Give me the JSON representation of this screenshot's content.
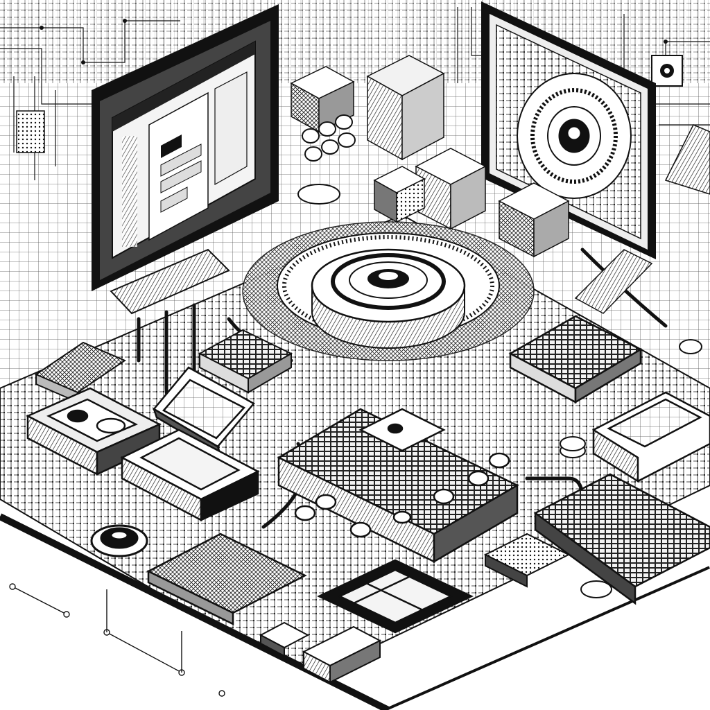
{
  "illustration": {
    "style": "black-and-white isometric line drawing",
    "colors": {
      "ink": "#111111",
      "paper": "#ffffff",
      "mid_gray": "#9a9a9a",
      "light_gray": "#d6d6d6",
      "dark_gray": "#444444"
    },
    "elements": [
      "left-monitor",
      "right-monitor",
      "central-circular-core",
      "main-console",
      "stacked-components-city",
      "small-screen-device",
      "handheld-device",
      "ribbon-cable",
      "keypad-module",
      "chip-grid-panel",
      "display-panel",
      "drive-box",
      "circular-port",
      "staircase",
      "cables"
    ]
  }
}
